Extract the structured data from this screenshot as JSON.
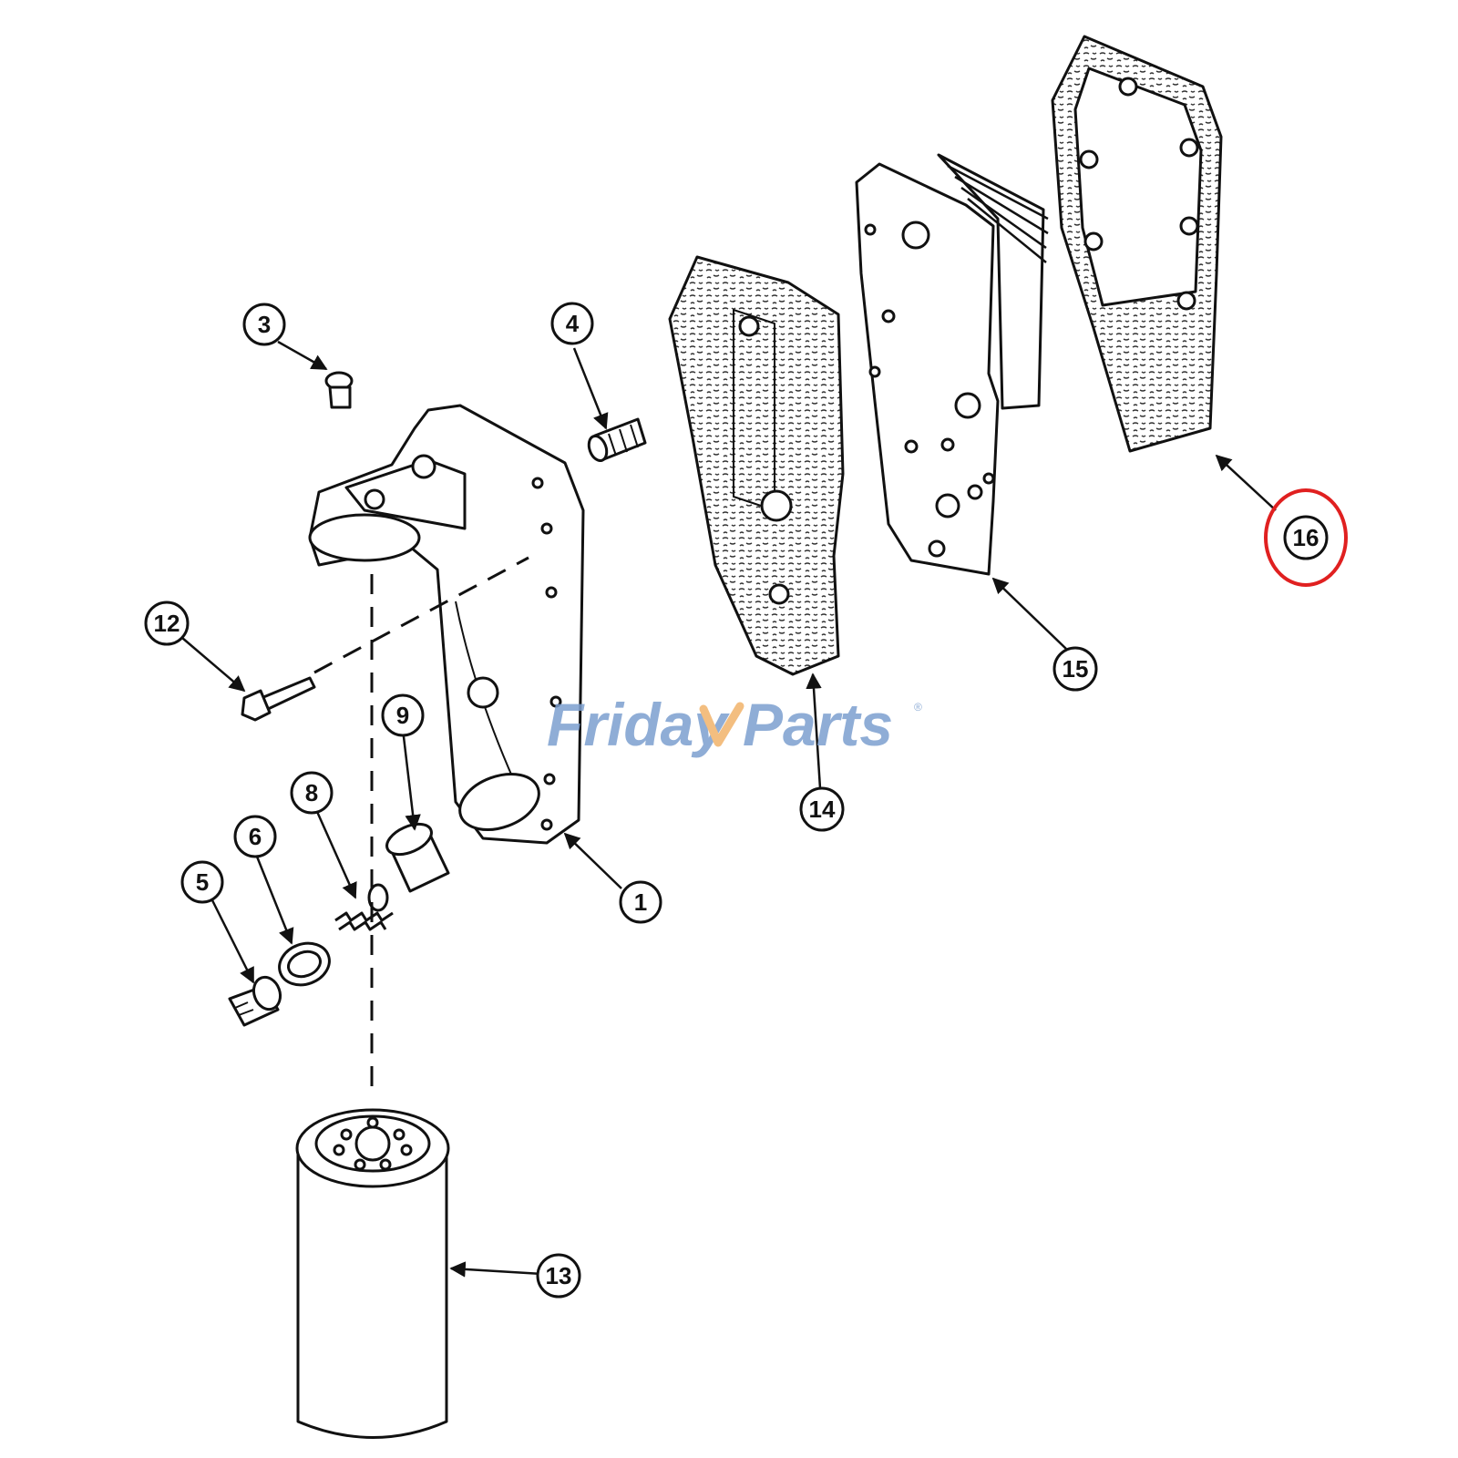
{
  "diagram": {
    "callouts": [
      {
        "id": "1",
        "label": "1"
      },
      {
        "id": "3",
        "label": "3"
      },
      {
        "id": "4",
        "label": "4"
      },
      {
        "id": "5",
        "label": "5"
      },
      {
        "id": "6",
        "label": "6"
      },
      {
        "id": "8",
        "label": "8"
      },
      {
        "id": "9",
        "label": "9"
      },
      {
        "id": "12",
        "label": "12"
      },
      {
        "id": "13",
        "label": "13"
      },
      {
        "id": "14",
        "label": "14"
      },
      {
        "id": "15",
        "label": "15"
      },
      {
        "id": "16",
        "label": "16",
        "highlighted": true
      }
    ],
    "highlight_color": "#e02020",
    "line_color": "#111111"
  },
  "watermark": {
    "text_left": "Friday",
    "text_right": "Parts",
    "registered": "®",
    "color_primary": "#7c9fcf",
    "color_accent": "#f2b36b"
  }
}
